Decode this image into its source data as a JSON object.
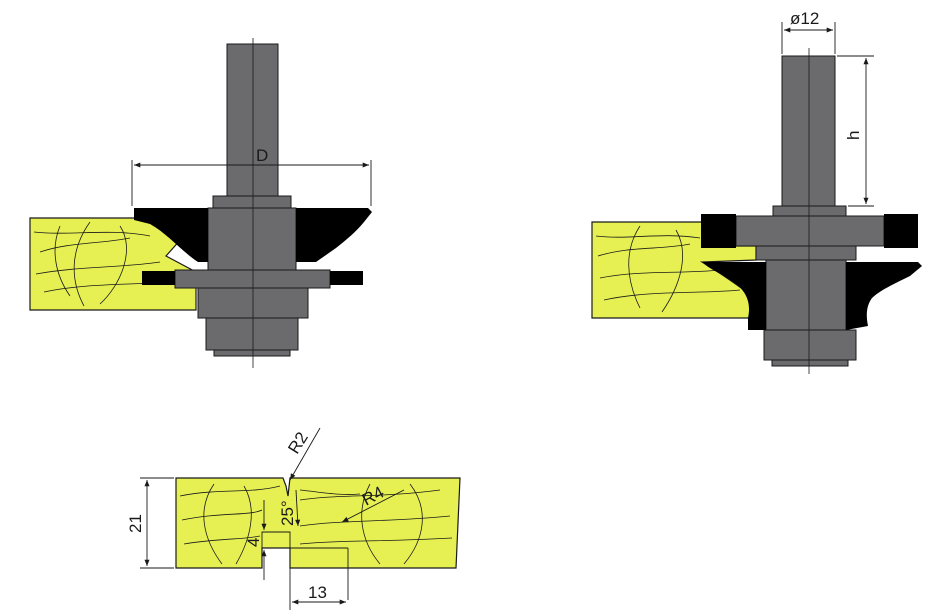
{
  "colors": {
    "wood": "#e6f052",
    "steel": "#6b6b6d",
    "cutter": "#000000",
    "line": "#1a1a1a",
    "background": "#ffffff"
  },
  "labels": {
    "diameter": "D",
    "shank_diameter": "ø12",
    "height": "h",
    "radius_small": "R2",
    "radius_large": "R4",
    "angle": "25°",
    "depth": "4",
    "thickness": "21",
    "width": "13"
  }
}
